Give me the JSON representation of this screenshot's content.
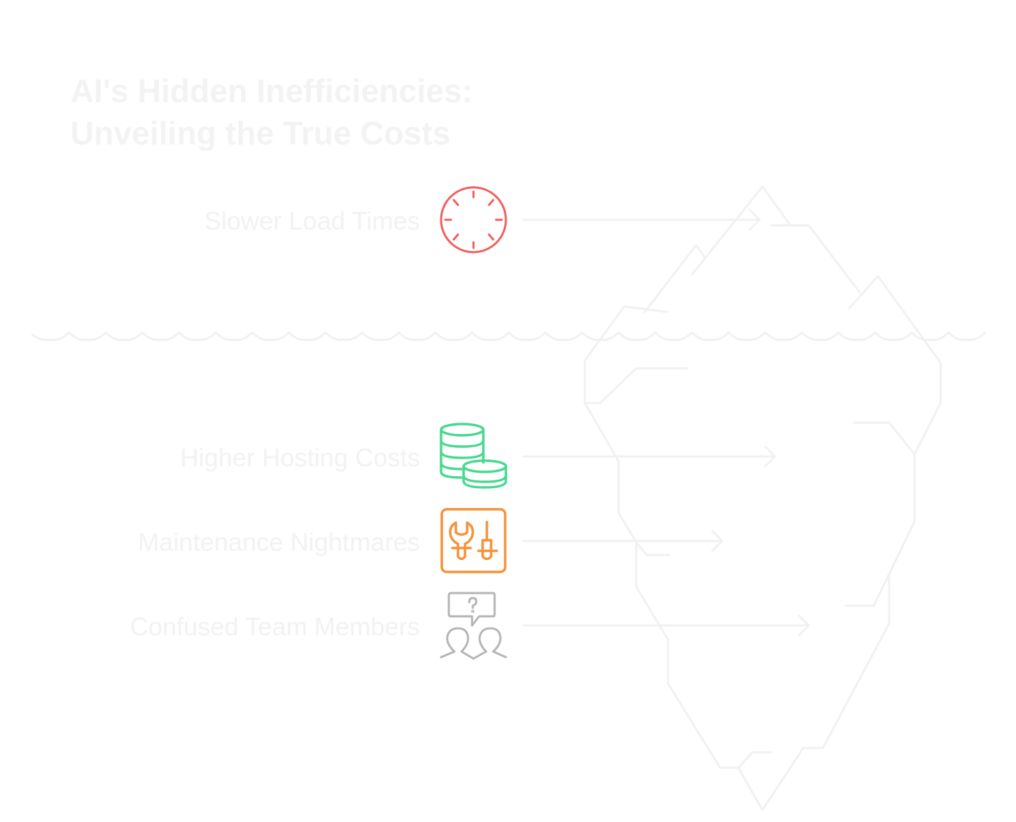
{
  "title": {
    "line1": "AI's Hidden Inefficiencies:",
    "line2": "Unveiling the True Costs"
  },
  "items": [
    {
      "label": "Slower Load Times",
      "icon": "clock-icon",
      "color": "#f25f5c",
      "position": "above-water"
    },
    {
      "label": "Higher Hosting Costs",
      "icon": "coins-stack-icon",
      "color": "#47d98f",
      "position": "below-water"
    },
    {
      "label": "Maintenance Nightmares",
      "icon": "tools-icon",
      "color": "#f5923a",
      "position": "below-water"
    },
    {
      "label": "Confused Team Members",
      "icon": "confused-people-icon",
      "color": "#b5b5b5",
      "position": "below-water"
    }
  ]
}
